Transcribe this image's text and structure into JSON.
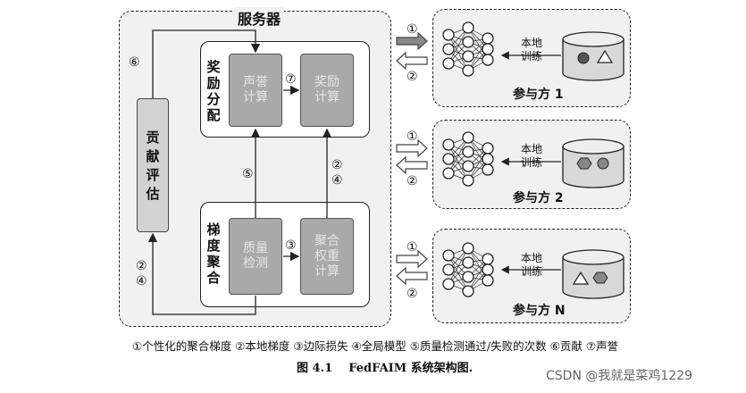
{
  "server": {
    "title": "服务器",
    "reward_section": {
      "label": "奖励分配",
      "label_chars": [
        "奖",
        "励",
        "分",
        "配"
      ],
      "reputation_box": "声誉\n计算",
      "reward_box": "奖励\n计算"
    },
    "grad_section": {
      "label_chars": [
        "梯",
        "度",
        "聚",
        "合"
      ],
      "quality_box": "质量\n检测",
      "aggregate_box": "聚合\n权重\n计算"
    },
    "contribution": {
      "chars": [
        "贡",
        "献",
        "评",
        "估"
      ]
    },
    "markers": {
      "m6": "⑥",
      "m7": "⑦",
      "m5": "⑤",
      "m2": "②",
      "m4": "④",
      "m3": "③",
      "m2b": "②",
      "m4b": "④"
    }
  },
  "participants": [
    {
      "name": "参与方 1",
      "local_training": "本地\n训练",
      "arrow_out": "①",
      "arrow_in": "②"
    },
    {
      "name": "参与方 2",
      "local_training": "本地\n训练",
      "arrow_out": "①",
      "arrow_in": "②"
    },
    {
      "name": "参与方 N",
      "local_training": "本地\n训练",
      "arrow_out": "①",
      "arrow_in": "②"
    }
  ],
  "legend": "①个性化的聚合梯度 ②本地梯度 ③边际损失 ④全局模型 ⑤质量检测通过/失败的次数 ⑥贡献 ⑦声誉",
  "figure_caption": "图 4.1    FedFAIM 系统架构图.",
  "watermark": "CSDN @我就是菜鸡1229"
}
